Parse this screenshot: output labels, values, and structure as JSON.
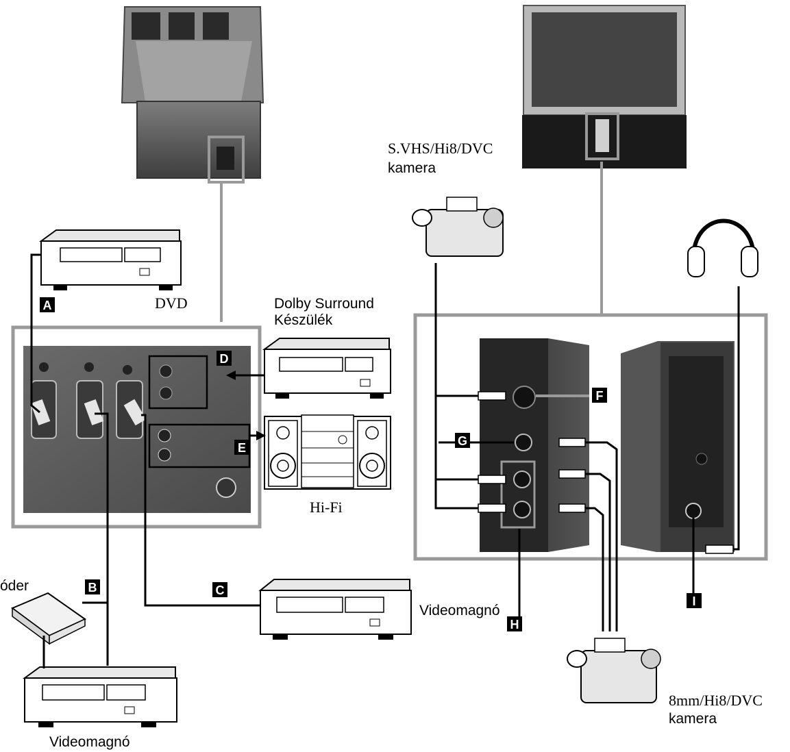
{
  "labels": {
    "dvd": "DVD",
    "dolby_line1": "Dolby Surround",
    "dolby_line2": "Készülék",
    "hifi": "Hi-Fi",
    "videomagno_c": "Videomagnó",
    "videomagno_b": "Videomagnó",
    "decoder": "óder",
    "svhs_line1": "S.VHS/Hi8/DVC",
    "svhs_line2": "kamera",
    "mm8_line1": "8mm/Hi8/DVC",
    "mm8_line2": "kamera"
  },
  "badges": {
    "a": "A",
    "b": "B",
    "c": "C",
    "d": "D",
    "e": "E",
    "f": "F",
    "g": "G",
    "h": "H",
    "i": "I"
  }
}
